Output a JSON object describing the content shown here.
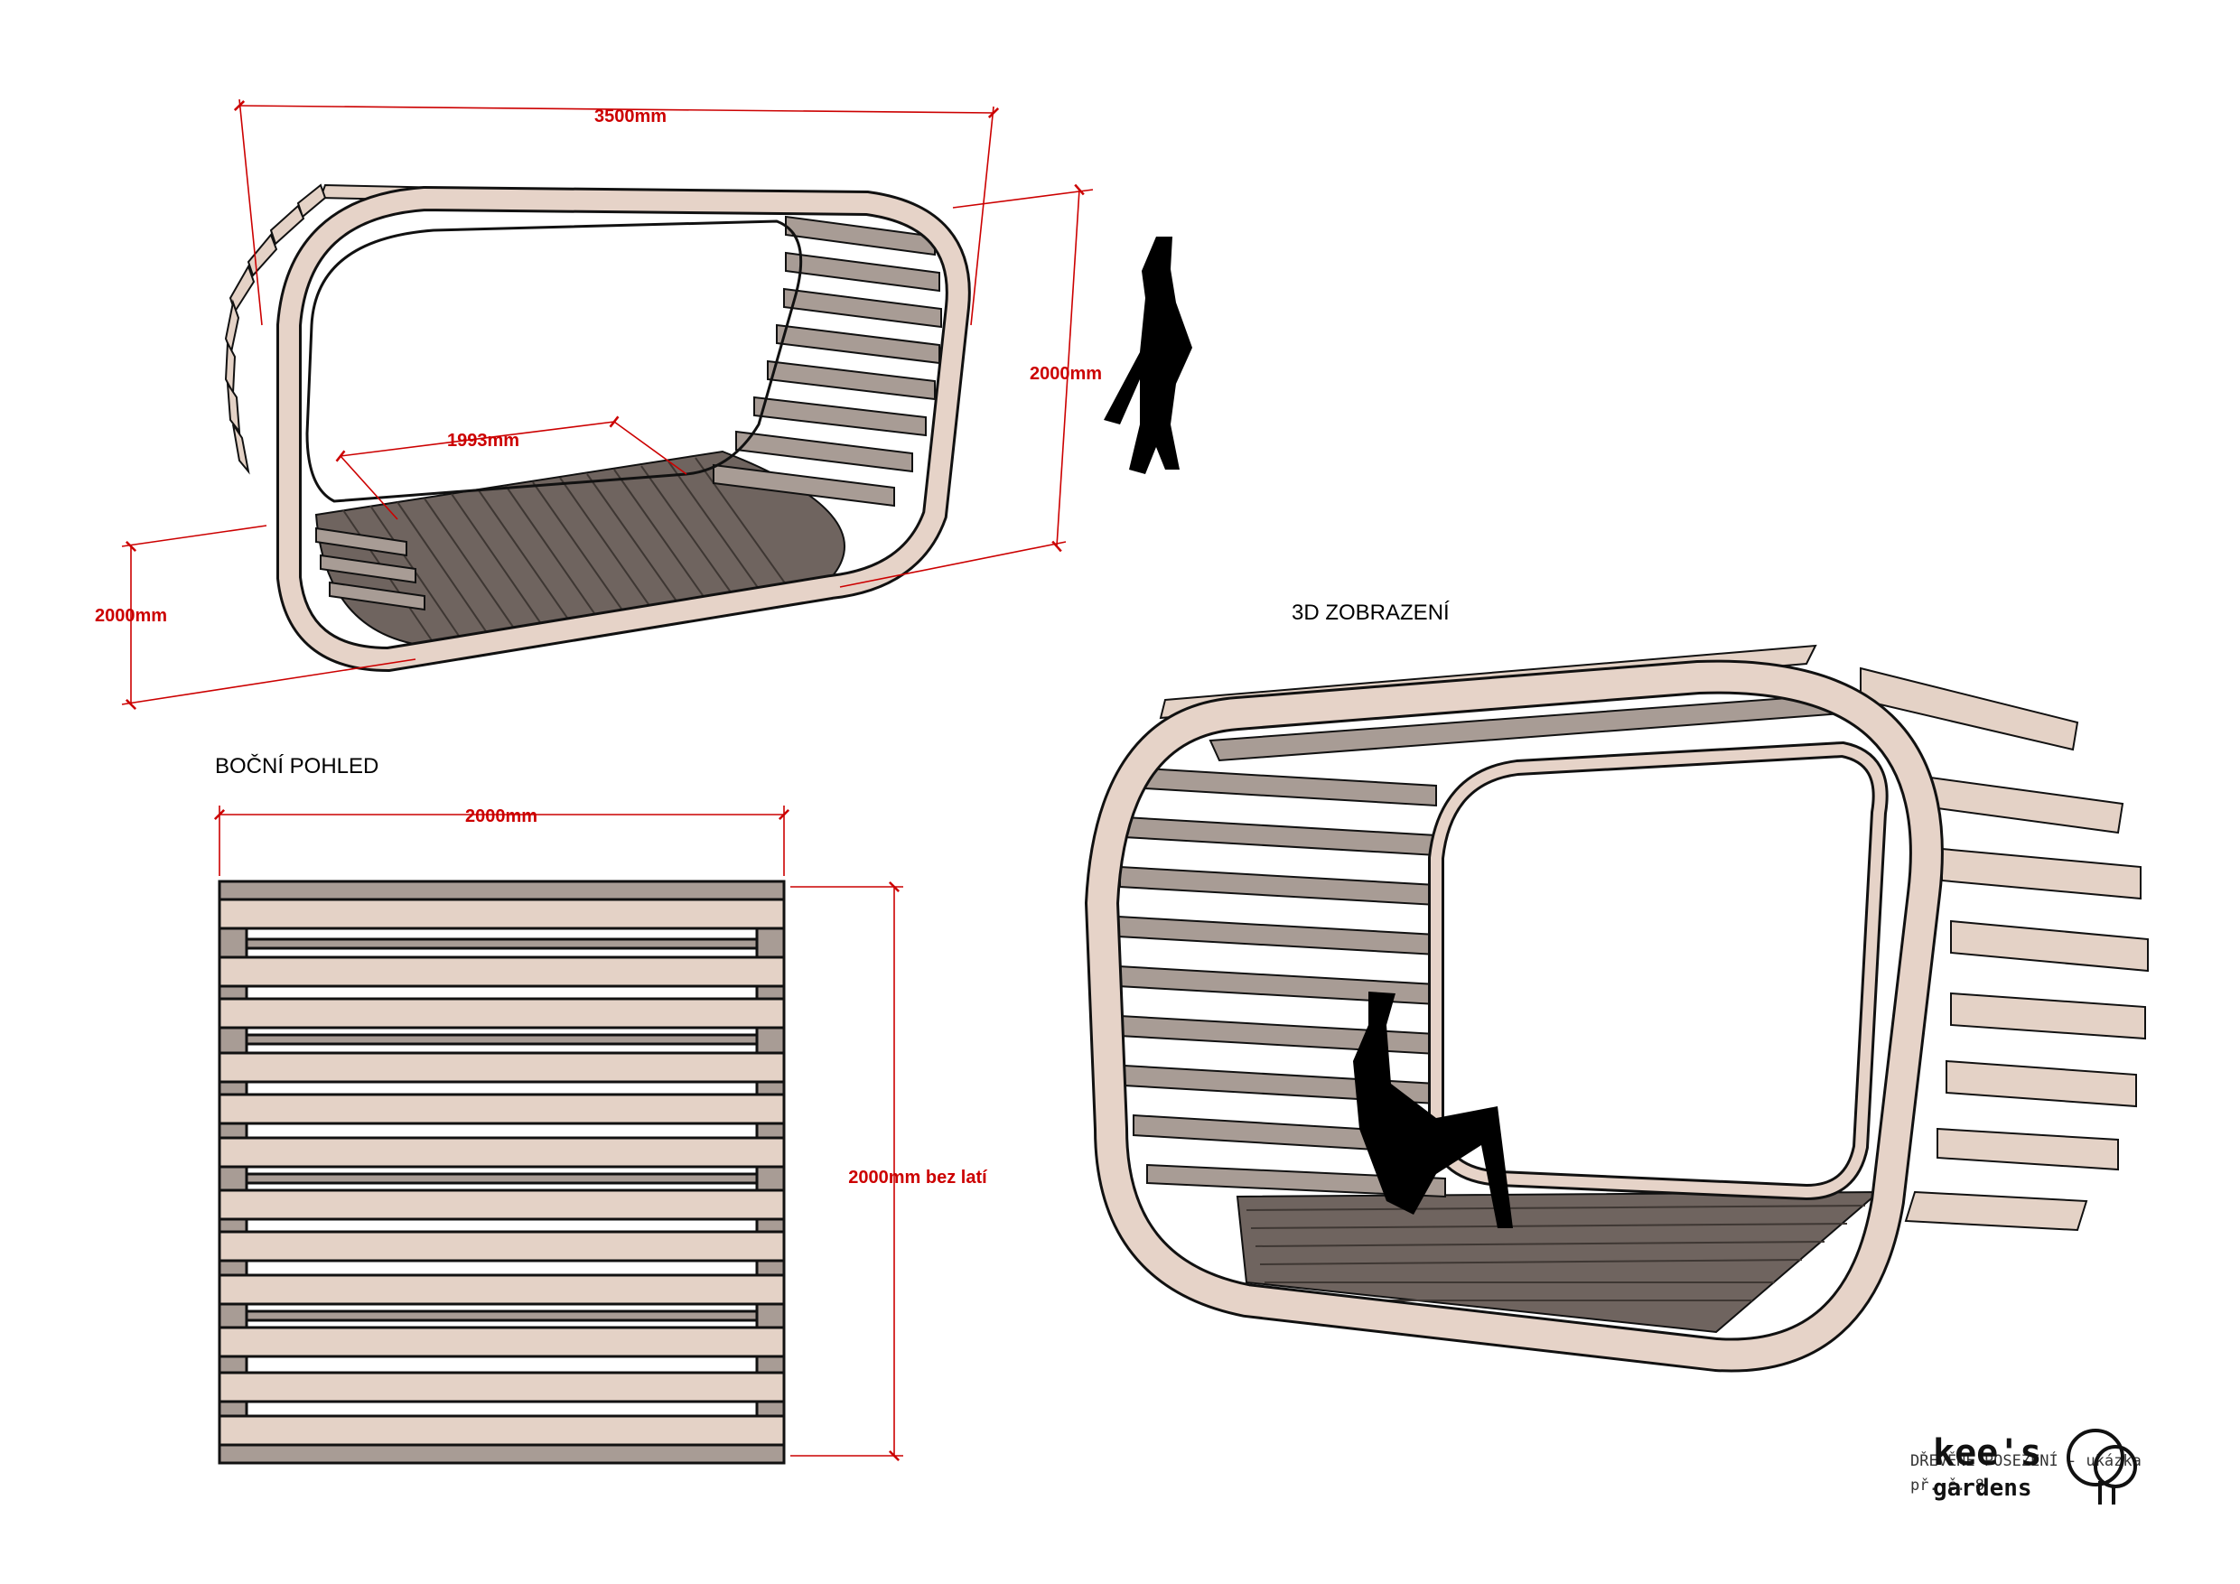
{
  "labels": {
    "side_view": "BOČNÍ POHLED",
    "view_3d": "3D ZOBRAZENÍ"
  },
  "dimensions": {
    "top_length": "3500mm",
    "top_height": "2000mm",
    "top_depth": "2000mm",
    "top_inner": "1993mm",
    "side_width": "2000mm",
    "side_height": "2000mm bez latí"
  },
  "title_block": {
    "line1": "DŘEVĚNÉ POSEZENÍ - ukázka",
    "line2": "př. č. 8"
  },
  "logo": {
    "line1": "kee's",
    "line2": "gardens"
  },
  "colors": {
    "dimension": "#cc0000",
    "frame": "#e6d3c8",
    "slat_light": "#e4d2c6",
    "slat_mid": "#a89c95",
    "floor_dark": "#6f645f",
    "outline": "#111111"
  }
}
